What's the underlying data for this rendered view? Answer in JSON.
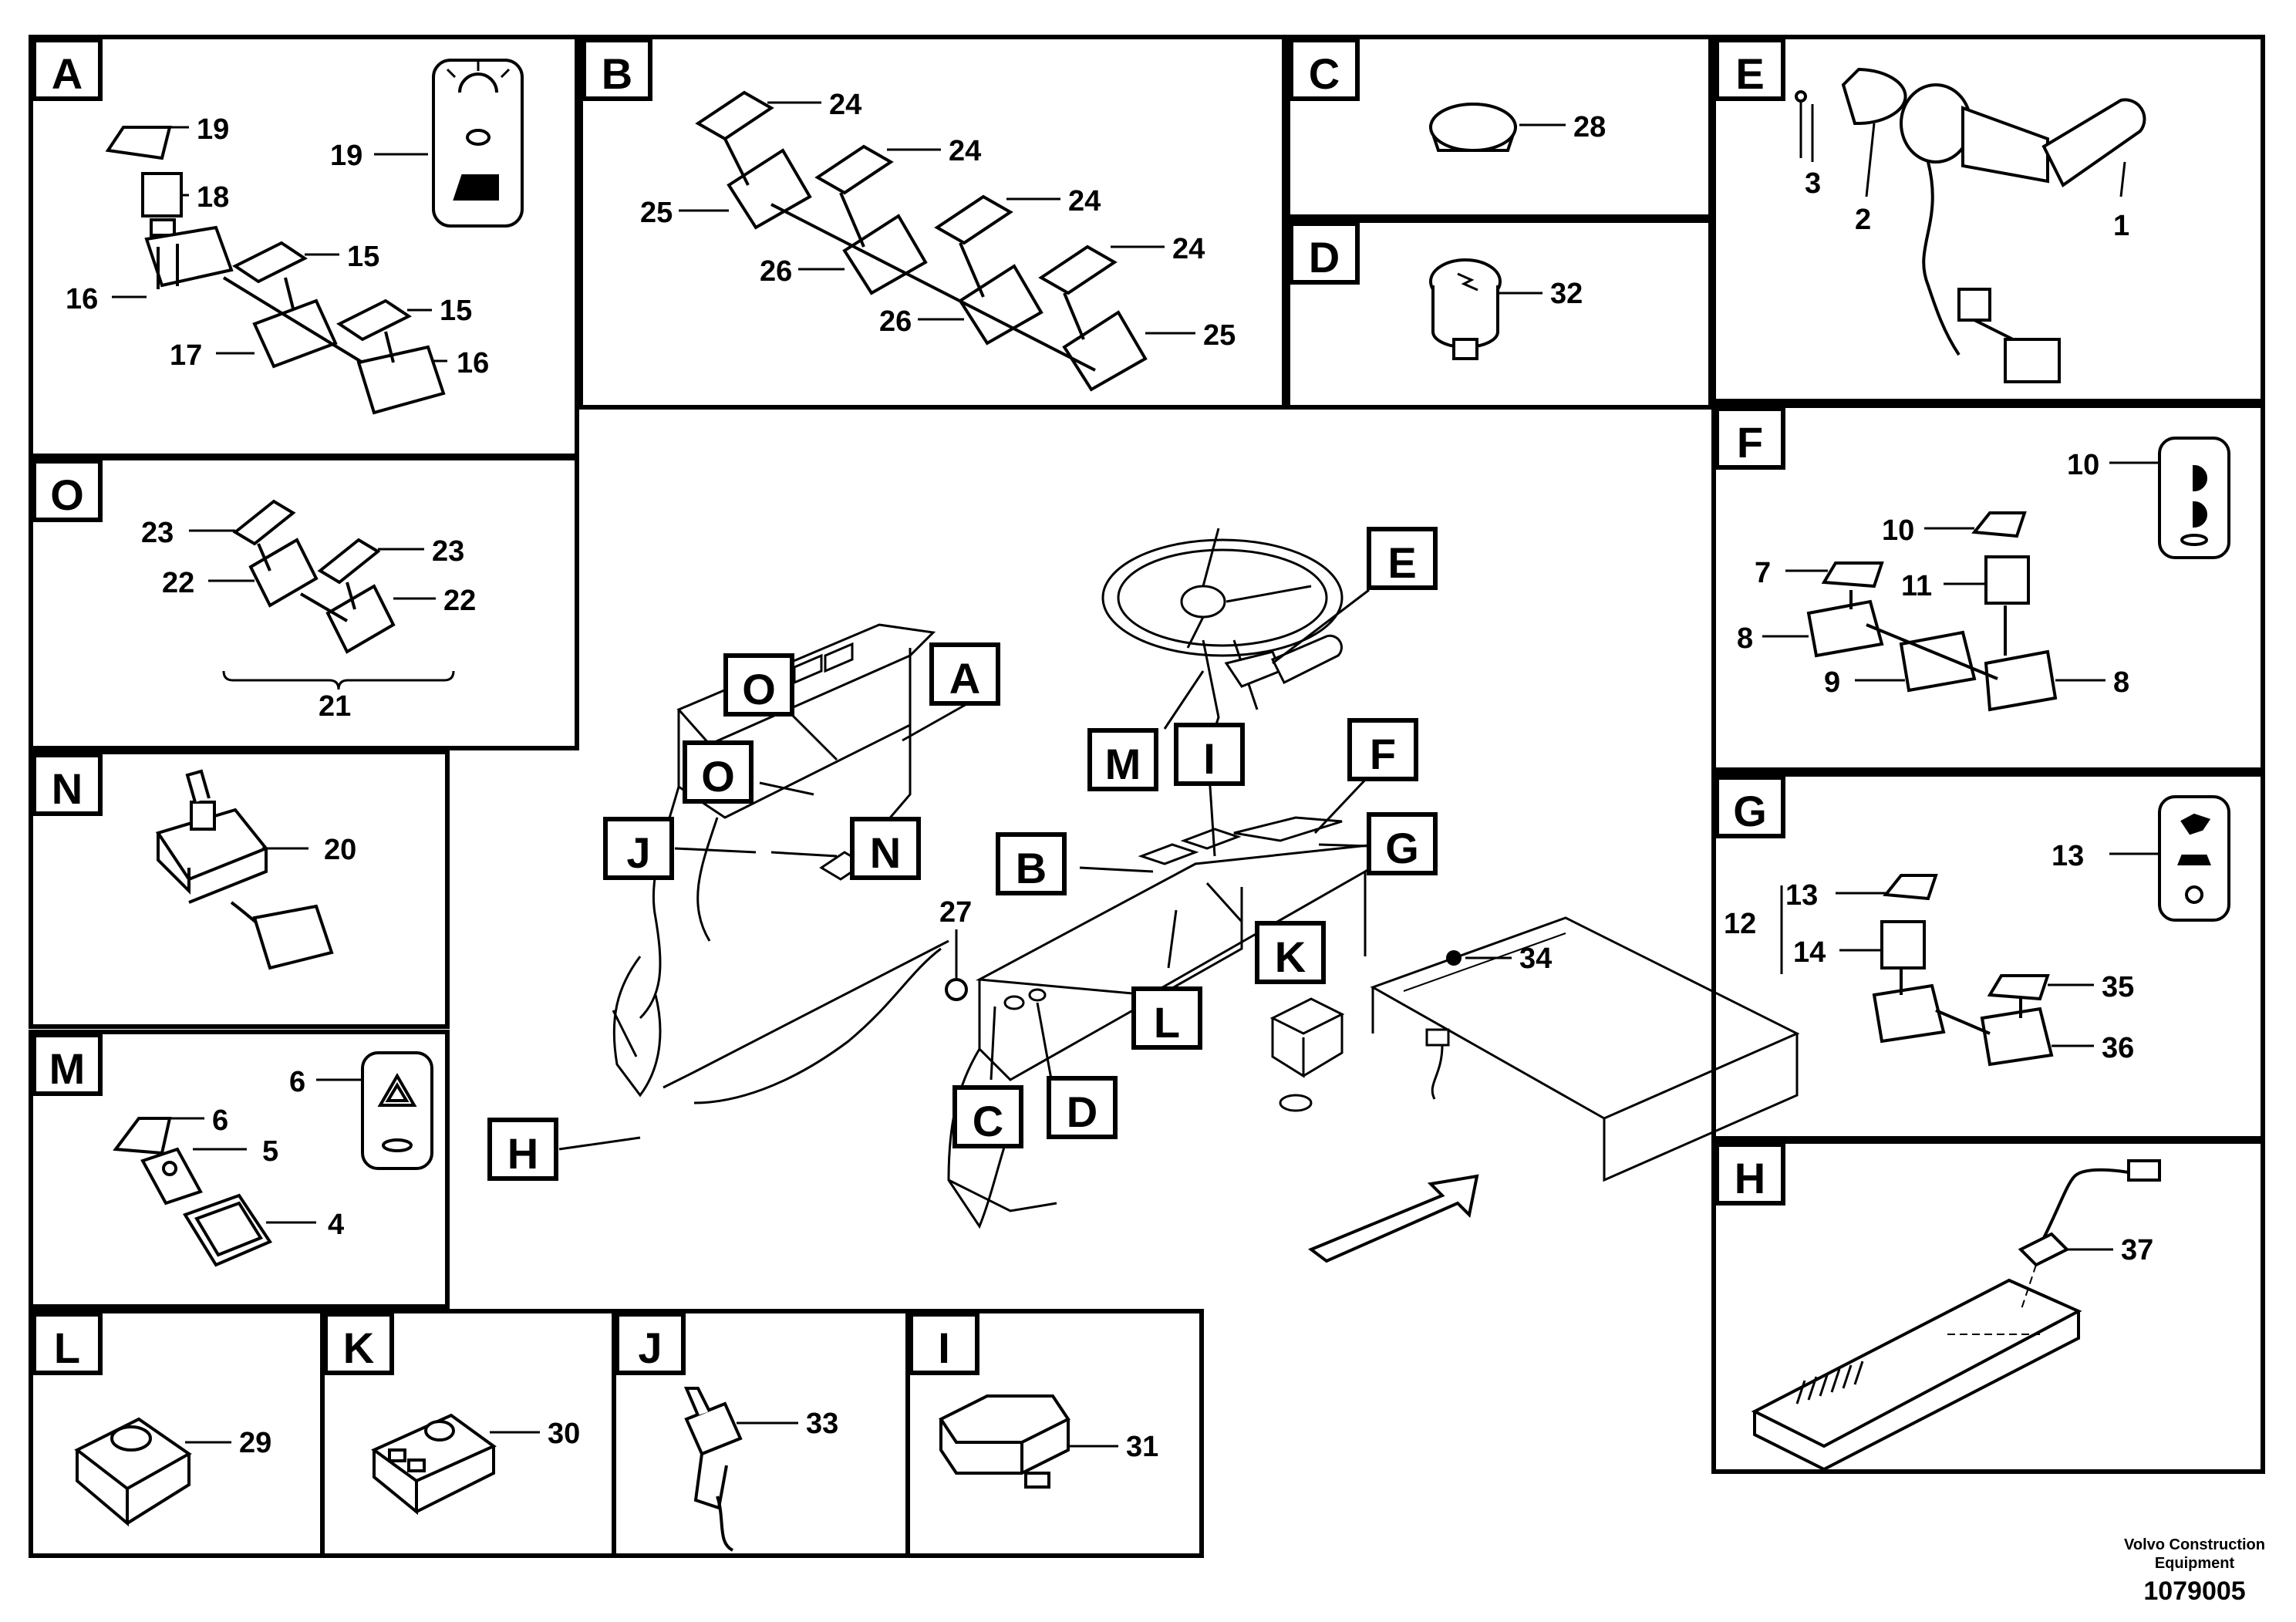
{
  "panels": [
    {
      "letter": "A",
      "numbers": [
        "19",
        "18",
        "16",
        "15",
        "15",
        "17",
        "16",
        "19"
      ]
    },
    {
      "letter": "B",
      "numbers": [
        "24",
        "24",
        "24",
        "24",
        "25",
        "26",
        "26",
        "25"
      ]
    },
    {
      "letter": "C",
      "numbers": [
        "28"
      ]
    },
    {
      "letter": "D",
      "numbers": [
        "32"
      ]
    },
    {
      "letter": "E",
      "numbers": [
        "3",
        "2",
        "1"
      ]
    },
    {
      "letter": "O",
      "numbers": [
        "23",
        "23",
        "22",
        "22",
        "21"
      ]
    },
    {
      "letter": "F",
      "numbers": [
        "10",
        "10",
        "7",
        "11",
        "8",
        "9",
        "8"
      ]
    },
    {
      "letter": "N",
      "numbers": [
        "20"
      ]
    },
    {
      "letter": "G",
      "numbers": [
        "13",
        "13",
        "12",
        "14",
        "35",
        "36"
      ]
    },
    {
      "letter": "M",
      "numbers": [
        "6",
        "6",
        "5",
        "4"
      ]
    },
    {
      "letter": "H",
      "numbers": [
        "37"
      ]
    },
    {
      "letter": "L",
      "numbers": [
        "29"
      ]
    },
    {
      "letter": "K",
      "numbers": [
        "30"
      ]
    },
    {
      "letter": "J",
      "numbers": [
        "33"
      ]
    },
    {
      "letter": "I",
      "numbers": [
        "31"
      ]
    }
  ],
  "main_callouts": [
    "O",
    "A",
    "O",
    "J",
    "N",
    "M",
    "I",
    "F",
    "B",
    "G",
    "K",
    "L",
    "C",
    "D",
    "H",
    "E"
  ],
  "main_numbers": [
    "27",
    "34"
  ],
  "footer": {
    "company": "Volvo Construction Equipment",
    "company_line1": "Volvo Construction",
    "company_line2": "Equipment",
    "drawing_number": "1079005"
  }
}
